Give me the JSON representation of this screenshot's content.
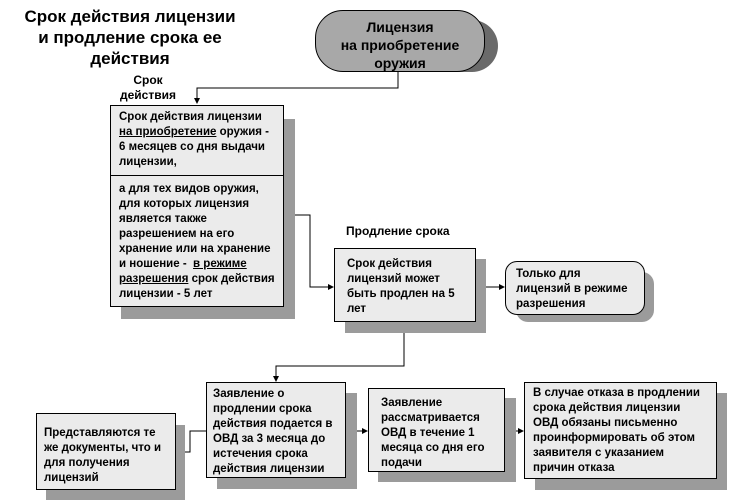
{
  "title": {
    "line1": "Срок действия лицензии",
    "line2": "и продление срока ее",
    "line3": "действия"
  },
  "top_node": {
    "line1": "Лицензия",
    "line2": "на приобретение",
    "line3": "оружия"
  },
  "labels": {
    "term_line1": "Срок",
    "term_line2": "действия",
    "extension": "Продление срока"
  },
  "term_box": {
    "part1": {
      "line1": "Срок действия лицензии",
      "line2_underlined": "на приобретение",
      "line2_rest": " оружия -",
      "line3": "6 месяцев со дня выдачи",
      "line4": "лицензии,"
    },
    "part2": {
      "line1": "а  для тех видов оружия,",
      "line2": "для которых лицензия",
      "line3": "является также",
      "line4": "разрешением  на его",
      "line5": "хранение или на хранение",
      "line6_pre": "и ношение -  ",
      "line6_underlined": "в режиме",
      "line7_underlined": "разрешения",
      "line7_rest": " срок действия",
      "line8": "лицензии - 5 лет"
    }
  },
  "extension_box": {
    "line1": "Срок действия",
    "line2": "лицензий может",
    "line3": "быть продлен на 5",
    "line4": "лет"
  },
  "only_box": {
    "line1": "Только для",
    "line2": "лицензий в режиме",
    "line3": "разрешения"
  },
  "application_box": {
    "line1": "Заявление о",
    "line2": "продлении срока",
    "line3": "действия подается в",
    "line4": "ОВД  за 3 месяца до",
    "line5": "истечения срока",
    "line6": "действия лицензии"
  },
  "documents_box": {
    "line1": "Представляются те",
    "line2": "же документы, что и",
    "line3": "для получения",
    "line4": "лицензий"
  },
  "review_box": {
    "line1": "Заявление",
    "line2": "рассматривается",
    "line3": "ОВД в течение 1",
    "line4": "месяца со дня его",
    "line5": "подачи"
  },
  "refusal_box": {
    "line1": "В случае отказа в продлении",
    "line2": "срока действия  лицензии",
    "line3": "ОВД обязаны письменно",
    "line4": "проинформировать об этом",
    "line5": "заявителя с указанием",
    "line6": "причин отказа"
  }
}
